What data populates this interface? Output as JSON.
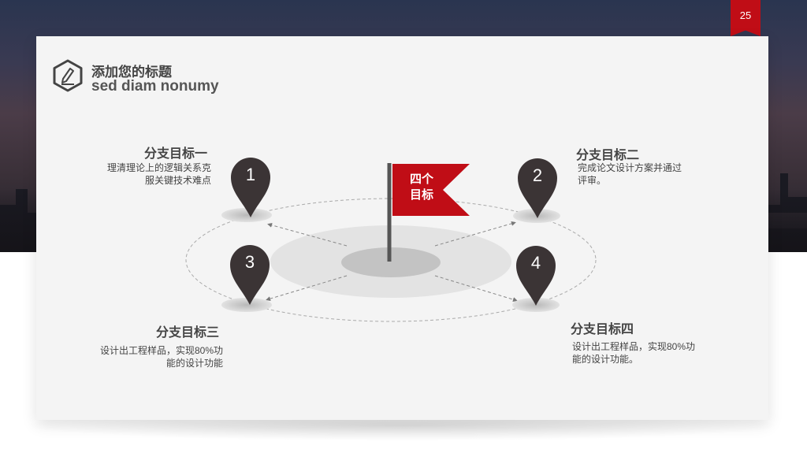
{
  "page": {
    "number": "25"
  },
  "header": {
    "title_cn": "添加您的标题",
    "title_en": "sed diam nonumy",
    "icon": "pencil-hexagon-icon"
  },
  "center": {
    "flag_line1": "四个",
    "flag_line2": "目标"
  },
  "goals": [
    {
      "number": "1",
      "title": "分支目标一",
      "desc_line1": "理清理论上的逻辑关系克",
      "desc_line2": "服关键技术难点"
    },
    {
      "number": "2",
      "title": "分支目标二",
      "desc_line1": "完成论文设计方案并通过",
      "desc_line2": "评审。"
    },
    {
      "number": "3",
      "title": "分支目标三",
      "desc_line1": "设计出工程样品，实现80%功",
      "desc_line2": "能的设计功能"
    },
    {
      "number": "4",
      "title": "分支目标四",
      "desc_line1": "设计出工程样品，实现80%功",
      "desc_line2": "能的设计功能。"
    }
  ],
  "colors": {
    "accent": "#c00d16",
    "pin": "#3b3435",
    "text": "#444444",
    "card": "#f4f4f4"
  }
}
